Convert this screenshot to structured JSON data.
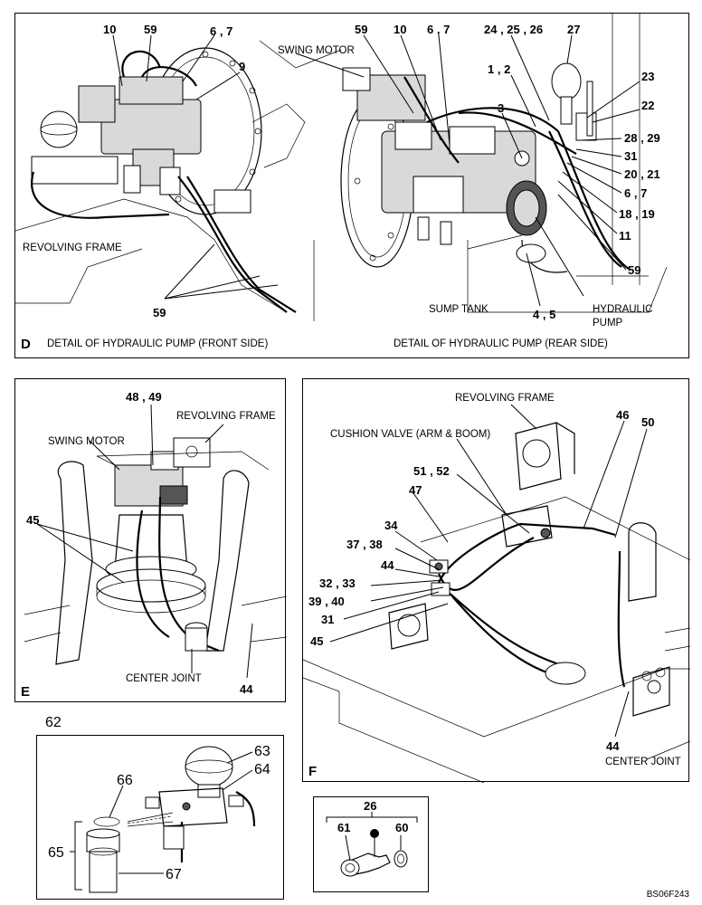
{
  "panel_d": {
    "letter": "D",
    "caption_front": "DETAIL OF HYDRAULIC PUMP (FRONT SIDE)",
    "caption_rear": "DETAIL OF HYDRAULIC PUMP (REAR SIDE)",
    "labels": {
      "revolving_frame": "REVOLVING FRAME",
      "swing_motor": "SWING MOTOR",
      "sump_tank": "SUMP TANK",
      "hydraulic_pump_1": "HYDRAULIC",
      "hydraulic_pump_2": "PUMP"
    },
    "callouts": {
      "front_10": "10",
      "front_59": "59",
      "front_6_7": "6 , 7",
      "front_9": "9",
      "front_59_bottom": "59",
      "rear_59": "59",
      "rear_10": "10",
      "rear_6_7": "6 , 7",
      "rear_24_25_26": "24 , 25 , 26",
      "rear_27": "27",
      "rear_1_2": "1 , 2",
      "rear_3": "3",
      "rear_23": "23",
      "rear_22": "22",
      "rear_28_29": "28 , 29",
      "rear_31": "31",
      "rear_20_21": "20 , 21",
      "rear_6_7_right": "6 , 7",
      "rear_18_19": "18 , 19",
      "rear_11": "11",
      "rear_59_right": "59",
      "rear_4_5": "4 , 5"
    }
  },
  "panel_e": {
    "letter": "E",
    "labels": {
      "swing_motor": "SWING MOTOR",
      "revolving_frame": "REVOLVING FRAME",
      "center_joint": "CENTER JOINT"
    },
    "callouts": {
      "c48_49": "48 , 49",
      "c45": "45",
      "c44": "44"
    }
  },
  "panel_f": {
    "letter": "F",
    "labels": {
      "revolving_frame": "REVOLVING FRAME",
      "cushion_valve": "CUSHION VALVE (ARM & BOOM)",
      "center_joint": "CENTER JOINT"
    },
    "callouts": {
      "c46": "46",
      "c50": "50",
      "c51_52": "51 , 52",
      "c47": "47",
      "c34": "34",
      "c37_38": "37 , 38",
      "c44": "44",
      "c32_33": "32 , 33",
      "c39_40": "39 , 40",
      "c31": "31",
      "c45": "45",
      "c44_bottom": "44"
    }
  },
  "panel_62": {
    "title": "62",
    "callouts": {
      "c63": "63",
      "c64": "64",
      "c66": "66",
      "c65": "65",
      "c67": "67"
    }
  },
  "panel_26": {
    "title": "26",
    "callouts": {
      "c61": "61",
      "c60": "60"
    }
  },
  "footer_code": "BS06F243"
}
